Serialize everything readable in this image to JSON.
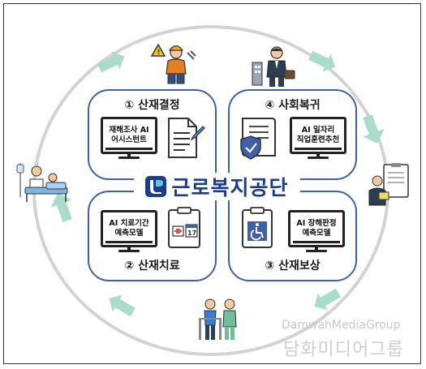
{
  "brand": {
    "name": "근로복지공단"
  },
  "quadrants": {
    "q1": {
      "title": "① 산재결정",
      "monitor_line1": "재해조사 AI",
      "monitor_line2": "어시스턴트"
    },
    "q4": {
      "title": "④ 사회복귀",
      "monitor_line1": "AI 일자리",
      "monitor_line2": "직업훈련추천"
    },
    "q2": {
      "title": "② 산재치료",
      "monitor_line1": "AI 치료기간",
      "monitor_line2": "예측모델"
    },
    "q3": {
      "title": "③ 산재보상",
      "monitor_line1": "AI 장해판정",
      "monitor_line2": "예측모델"
    }
  },
  "calendar_label": "17",
  "watermark": {
    "en": "DamwahMediaGroup",
    "ko": "담화미디어그룹"
  },
  "colors": {
    "accent": "#3f5fa8",
    "brand": "#1b3d8f",
    "ring": "#d3d3d3",
    "arrow": "#a9dccd"
  },
  "icons": [
    "worker-hazard-icon",
    "businessman-office-icon",
    "hospital-bed-icon",
    "clipboard-person-icon",
    "rehab-walker-icon",
    "document-pen-icon",
    "certificate-shield-icon",
    "medical-calendar-clipboard-icon",
    "wheelchair-clipboard-icon",
    "brand-logo-icon"
  ]
}
